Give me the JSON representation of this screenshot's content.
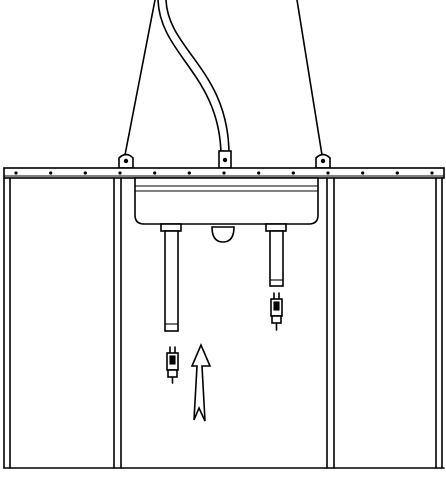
{
  "figure": {
    "description_labels": [],
    "style": {
      "line_color": "#000000",
      "background": "#ffffff"
    },
    "parts": {
      "hanging_cables": 2,
      "flexible_hose": 1,
      "support_bar_rivets": 13,
      "legs": 2,
      "connectors": 2,
      "insertion_arrow_direction": "up"
    }
  }
}
